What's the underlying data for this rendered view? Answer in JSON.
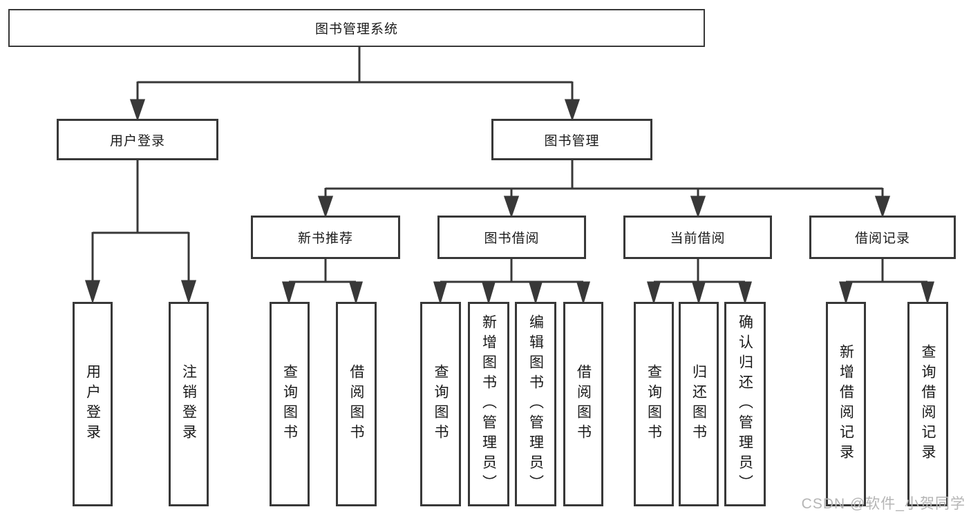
{
  "colors": {
    "line": "#383838",
    "box_border": "#383838",
    "text": "#1a1a1a",
    "watermark": "#b5b5b5",
    "background": "#ffffff"
  },
  "watermark": "CSDN @软件_小贺同学",
  "tree": {
    "label": "图书管理系统",
    "children": [
      {
        "label": "用户登录",
        "children": [
          {
            "label": "用户登录"
          },
          {
            "label": "注销登录"
          }
        ]
      },
      {
        "label": "图书管理",
        "children": [
          {
            "label": "新书推荐",
            "children": [
              {
                "label": "查询图书"
              },
              {
                "label": "借阅图书"
              }
            ]
          },
          {
            "label": "图书借阅",
            "children": [
              {
                "label": "查询图书"
              },
              {
                "label": "新增图书（管理员）"
              },
              {
                "label": "编辑图书（管理员）"
              },
              {
                "label": "借阅图书"
              }
            ]
          },
          {
            "label": "当前借阅",
            "children": [
              {
                "label": "查询图书"
              },
              {
                "label": "归还图书"
              },
              {
                "label": "确认归还（管理员）"
              }
            ]
          },
          {
            "label": "借阅记录",
            "children": [
              {
                "label": "新增借阅记录"
              },
              {
                "label": "查询借阅记录"
              }
            ]
          }
        ]
      }
    ]
  }
}
